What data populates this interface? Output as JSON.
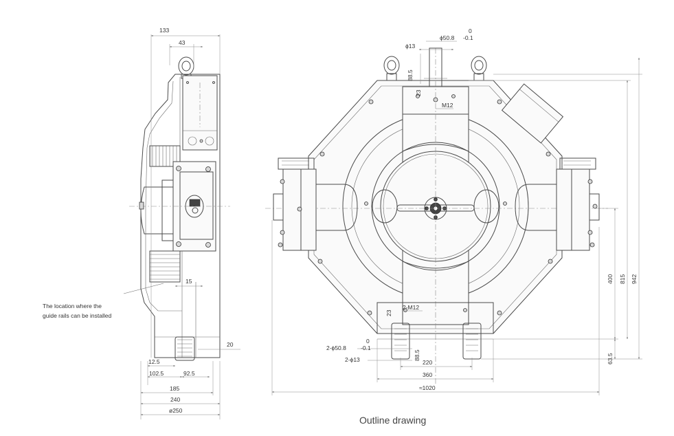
{
  "caption": "Outline drawing",
  "note_lines": [
    "The location where the",
    "guide rails can be installed"
  ],
  "side_view": {
    "dims": {
      "d133": "133",
      "d43": "43",
      "d15": "15",
      "d20": "20",
      "d12_5": "12.5",
      "d102_5": "102.5",
      "d92_5": "92.5",
      "d185": "185",
      "d240": "240",
      "d250": "ø250"
    }
  },
  "front_view": {
    "dims": {
      "phi13_top": "ϕ13",
      "phi50_top": "ϕ50.8",
      "tol_top_upper": "0",
      "tol_top_lower": "-0.1",
      "d88_5_top": "88.5",
      "d23_top": "23",
      "m12_top": "M12",
      "d23_bottom": "23",
      "m12_bottom": "2-M12",
      "phi50_bottom": "2-ϕ50.8",
      "tol_bottom_upper": "0",
      "tol_bottom_lower": "-0.1",
      "phi13_bottom": "2-ϕ13",
      "d88_5_bottom": "88.5",
      "d220": "220",
      "d360": "360",
      "d1020": "≈1020",
      "d400": "400",
      "d815": "815",
      "d942": "942",
      "d63_5": "63.5"
    }
  }
}
